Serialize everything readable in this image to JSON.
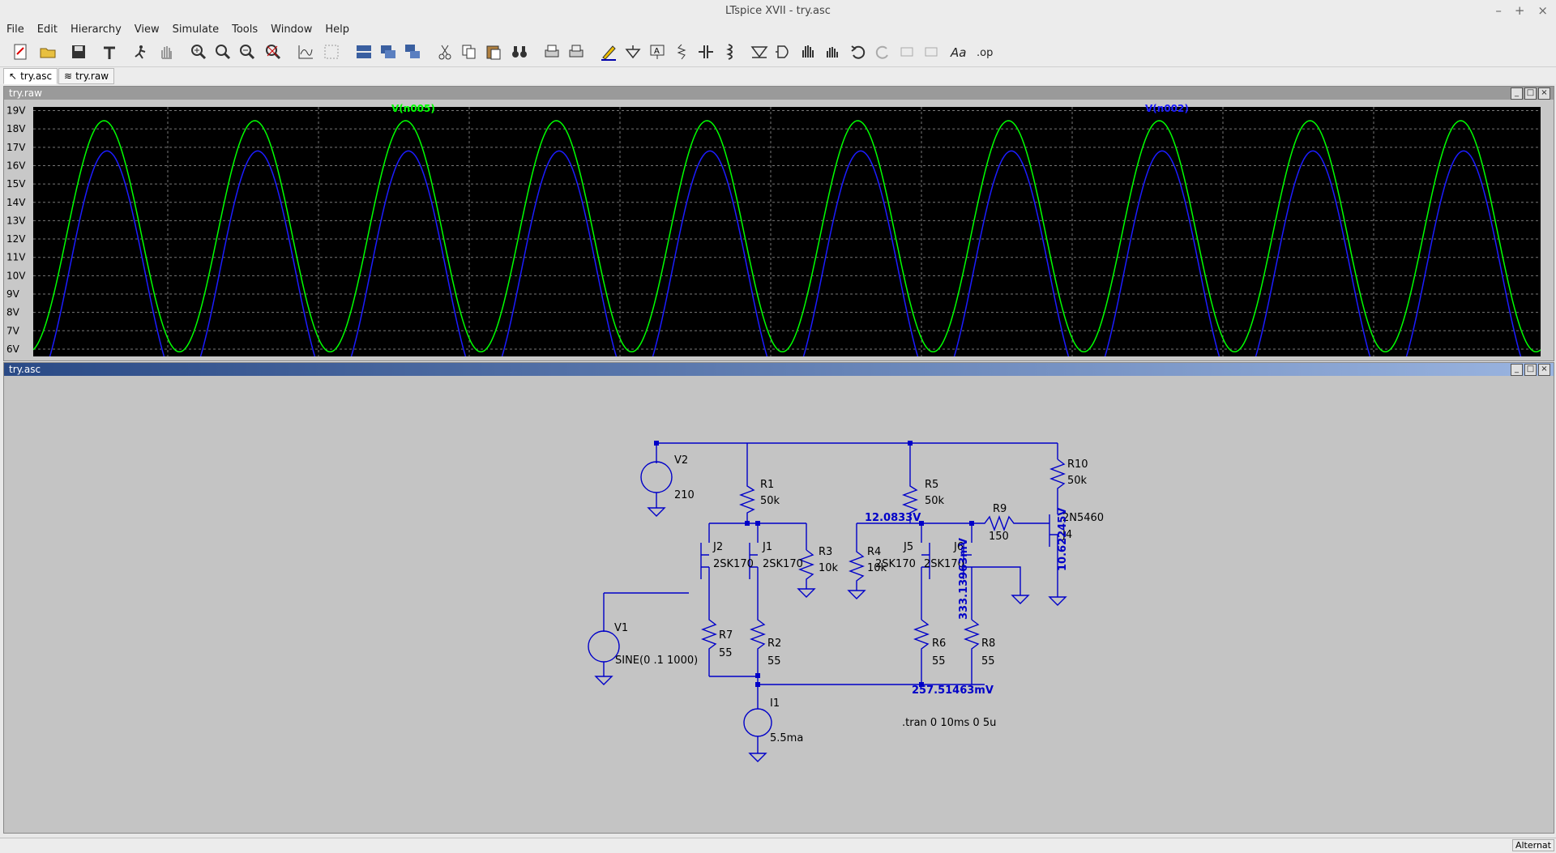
{
  "window": {
    "title": "LTspice XVII - try.asc",
    "min": "–",
    "max": "+",
    "close": "×"
  },
  "menu": [
    "File",
    "Edit",
    "Hierarchy",
    "View",
    "Simulate",
    "Tools",
    "Window",
    "Help"
  ],
  "tabs": [
    {
      "label": "try.asc",
      "active": true
    },
    {
      "label": "try.raw",
      "active": false
    }
  ],
  "waveform_pane": {
    "title": "try.raw",
    "traces": [
      {
        "name": "V(n005)",
        "color": "#00ff00"
      },
      {
        "name": "V(n002)",
        "color": "#1c1cff"
      }
    ],
    "y_ticks": [
      "19V",
      "18V",
      "17V",
      "16V",
      "15V",
      "14V",
      "13V",
      "12V",
      "11V",
      "10V",
      "9V",
      "8V",
      "7V",
      "6V"
    ]
  },
  "chart_data": {
    "type": "line",
    "xlabel": "",
    "ylabel": "",
    "ylim": [
      5.6,
      19.2
    ],
    "grid": true,
    "cycles_visible": 10,
    "series": [
      {
        "name": "V(n005)",
        "color": "#00ff00",
        "amplitude": 6.3,
        "offset": 12.15
      },
      {
        "name": "V(n002)",
        "color": "#1c1cff",
        "amplitude": 6.5,
        "offset": 10.3
      }
    ]
  },
  "schematic_pane": {
    "title": "try.asc",
    "labels": {
      "v2": "V2",
      "v2_val": "210",
      "v1": "V1",
      "v1_val": "SINE(0 .1 1000)",
      "r1": "R1",
      "r1_val": "50k",
      "r2": "R2",
      "r2_val": "55",
      "r3": "R3",
      "r3_val": "10k",
      "r4": "R4",
      "r4_val": "10k",
      "r5": "R5",
      "r5_val": "50k",
      "r6": "R6",
      "r6_val": "55",
      "r7": "R7",
      "r7_val": "55",
      "r8": "R8",
      "r8_val": "55",
      "r9": "R9",
      "r9_val": "150",
      "r10": "R10",
      "r10_val": "50k",
      "j1": "J1",
      "j1_val": "2SK170",
      "j2": "J2",
      "j2_val": "2SK170",
      "j4": "J4",
      "j4_val": "2N5460",
      "j5": "J5",
      "j5_val": "2SK170",
      "j6": "J6",
      "j6_val": "2SK170",
      "i1": "I1",
      "i1_val": "5.5ma",
      "node_a": "12.0833V",
      "node_b": "257.51463mV",
      "node_c": "333.13963mV",
      "node_d": "10.62245V",
      "directive": ".tran 0 10ms 0 5u"
    }
  },
  "status": {
    "right": "Alternat"
  }
}
